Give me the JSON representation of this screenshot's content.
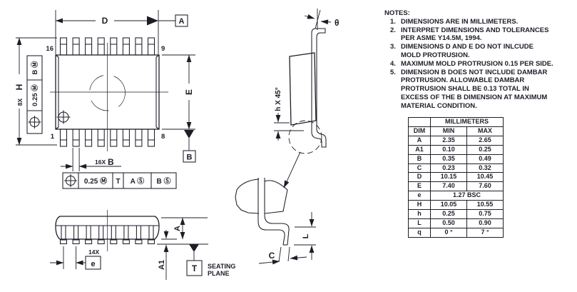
{
  "colors": {
    "background": "#ffffff",
    "ink": "#1d1d28"
  },
  "notes": {
    "title": "NOTES:",
    "items": [
      {
        "num": "1.",
        "text": "DIMENSIONS ARE IN MILLIMETERS."
      },
      {
        "num": "2.",
        "text": "INTERPRET DIMENSIONS AND TOLERANCES\nPER ASME Y14.5M, 1994."
      },
      {
        "num": "3.",
        "text": "DIMENSIONS D AND E DO NOT INLCUDE\nMOLD PROTRUSION."
      },
      {
        "num": "4.",
        "text": "MAXIMUM MOLD PROTRUSION 0.15 PER SIDE."
      },
      {
        "num": "5.",
        "text": "DIMENSION B DOES NOT INCLUDE DAMBAR\nPROTRUSION. ALLOWABLE DAMBAR\nPROTRUSION SHALL BE 0.13 TOTAL IN\nEXCESS OF THE B DIMENSION AT MAXIMUM\nMATERIAL CONDITION."
      }
    ]
  },
  "dim_table": {
    "unit_header": "MILLIMETERS",
    "columns": [
      "DIM",
      "MIN",
      "MAX"
    ],
    "rows": [
      [
        "A",
        "2.35",
        "2.65"
      ],
      [
        "A1",
        "0.10",
        "0.25"
      ],
      [
        "B",
        "0.35",
        "0.49"
      ],
      [
        "C",
        "0.23",
        "0.32"
      ],
      [
        "D",
        "10.15",
        "10.45"
      ],
      [
        "E",
        "7.40",
        "7.60"
      ],
      [
        "e",
        "1.27 BSC"
      ],
      [
        "H",
        "10.05",
        "10.55"
      ],
      [
        "h",
        "0.25",
        "0.75"
      ],
      [
        "L",
        "0.50",
        "0.90"
      ],
      [
        "q",
        "0 °",
        "7 °"
      ]
    ]
  },
  "top_view": {
    "dim_d": "D",
    "datum_a": "A",
    "datum_b": "B",
    "dim_e": "E",
    "count_h": "8X",
    "dim_h": "H",
    "count_b": "16X",
    "dim_b": "B",
    "pin_top_left": "16",
    "pin_top_right": "9",
    "pin_bottom_left": "1",
    "pin_bottom_right": "8",
    "fcf_left": {
      "symbol_icon": "position-symbol",
      "tolerance": "0.25 Ⓜ",
      "datum": "B Ⓜ"
    },
    "fcf_bottom": {
      "symbol_icon": "position-symbol",
      "tolerance": "0.25 Ⓜ",
      "datum_t": "T",
      "datum_a": "A Ⓢ",
      "datum_b": "B Ⓢ"
    },
    "pin1_icon": "pin1-index-symbol"
  },
  "side_view": {
    "dim_a": "A",
    "dim_a1": "A1",
    "count_e": "14X",
    "dim_e": "e",
    "datum_t": "T",
    "seating_line1": "SEATING",
    "seating_line2": "PLANE"
  },
  "end_view": {
    "theta": "θ",
    "chamfer": "h X 45°"
  },
  "detail_view": {
    "dim_l": "L",
    "dim_c": "C"
  }
}
